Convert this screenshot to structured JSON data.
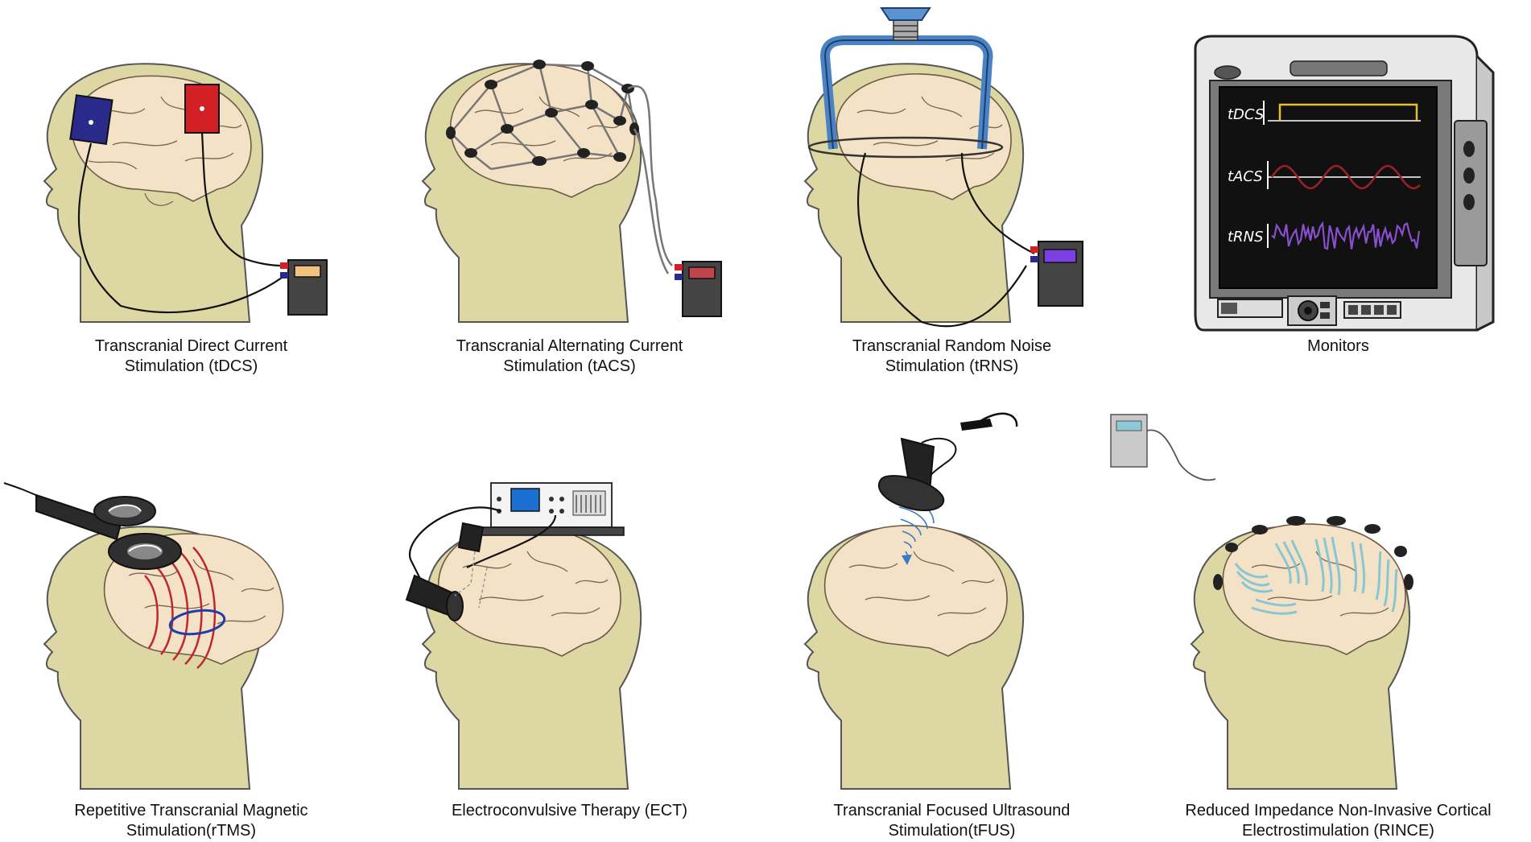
{
  "panels": [
    {
      "caption_lines": [
        "Transcranial Direct Current",
        "Stimulation (tDCS)"
      ],
      "icon": "tdcs-head-illustration"
    },
    {
      "caption_lines": [
        "Transcranial Alternating Current",
        "Stimulation (tACS)"
      ],
      "icon": "tacs-head-illustration"
    },
    {
      "caption_lines": [
        "Transcranial Random Noise",
        "Stimulation (tRNS)"
      ],
      "icon": "trns-head-illustration"
    },
    {
      "caption_lines": [
        "Monitors"
      ],
      "icon": "monitor-device-illustration",
      "screen_labels": [
        "tDCS",
        "tACS",
        "tRNS"
      ]
    },
    {
      "caption_lines": [
        "Repetitive Transcranial Magnetic",
        "Stimulation(rTMS)"
      ],
      "icon": "rtms-head-illustration"
    },
    {
      "caption_lines": [
        "Electroconvulsive Therapy (ECT)"
      ],
      "icon": "ect-head-illustration"
    },
    {
      "caption_lines": [
        "Transcranial Focused Ultrasound",
        "Stimulation(tFUS)"
      ],
      "icon": "tfus-head-illustration"
    },
    {
      "caption_lines": [
        "Reduced Impedance Non-Invasive Cortical",
        "Electrostimulation (RINCE)"
      ],
      "icon": "rince-head-illustration"
    }
  ],
  "colors": {
    "head": "#ddd7a4",
    "brain": "#f4e2c6",
    "anode": "#d31f26",
    "cathode": "#2a2a8a",
    "tacs_wave": "#9b2226",
    "trns_noise": "#8a4fd0",
    "tdcs_line": "#e8c024",
    "ultrasound": "#3a78c8",
    "rince_field": "#7cc3d4"
  }
}
